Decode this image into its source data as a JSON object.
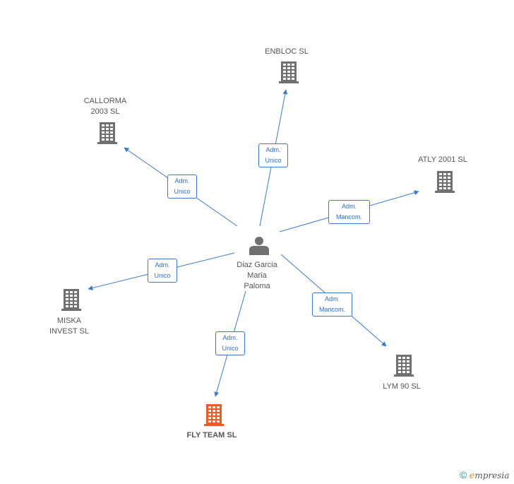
{
  "colors": {
    "edge": "#3b7ad0",
    "building": "#707070",
    "focus": "#f05a24",
    "person": "#707070"
  },
  "person": {
    "name": "Diaz Garcia\nMaria\nPaloma",
    "icon": "person-icon"
  },
  "companies": [
    {
      "id": "enbloc",
      "name": "ENBLOC SL",
      "role": "Adm.\nUnico",
      "focus": false
    },
    {
      "id": "callorma",
      "name": "CALLORMA\n2003 SL",
      "role": "Adm.\nUnico",
      "focus": false
    },
    {
      "id": "atly",
      "name": "ATLY 2001 SL",
      "role": "Adm.\nMancom.",
      "focus": false
    },
    {
      "id": "miska",
      "name": "MISKA\nINVEST  SL",
      "role": "Adm.\nUnico",
      "focus": false
    },
    {
      "id": "lym",
      "name": "LYM 90 SL",
      "role": "Adm.\nMancom.",
      "focus": false
    },
    {
      "id": "flyteam",
      "name": "FLY TEAM SL",
      "role": "Adm.\nUnico",
      "focus": true
    }
  ],
  "brand": {
    "copyright": "©",
    "e": "e",
    "rest": "mpresia"
  }
}
